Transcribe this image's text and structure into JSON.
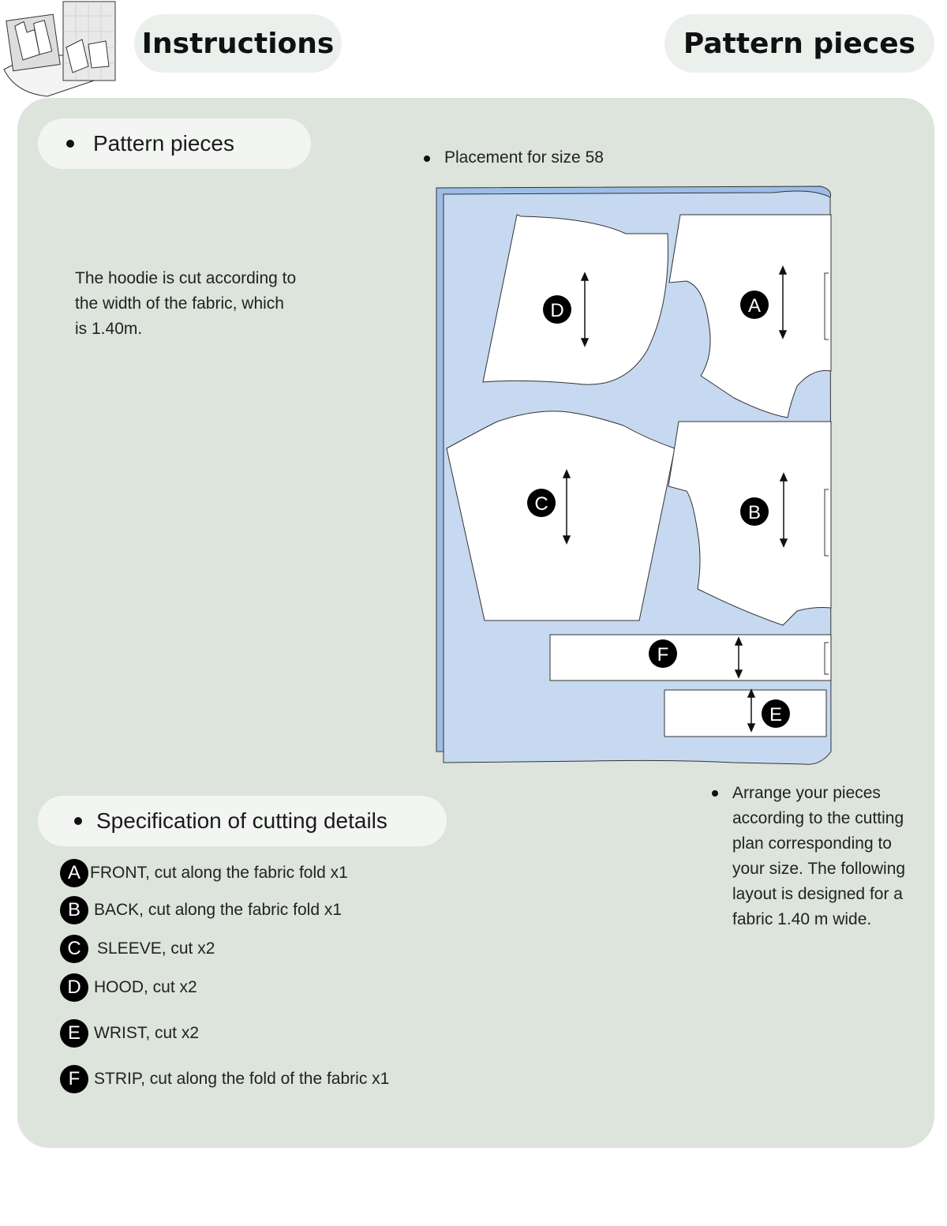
{
  "header": {
    "left_title": "Instructions",
    "right_title": "Pattern pieces"
  },
  "left": {
    "section_title": "Pattern pieces",
    "fabric_note": [
      "The hoodie is cut according to",
      "the width of the fabric, which",
      "is 1.40m."
    ]
  },
  "placement": {
    "title": "Placement for size 58",
    "pieces": {
      "A": "A",
      "B": "B",
      "C": "C",
      "D": "D",
      "E": "E",
      "F": "F"
    }
  },
  "arrange_note": [
    "Arrange your pieces",
    "according to the cutting",
    "plan corresponding to",
    "your size. The following",
    "layout is designed for a",
    "fabric 1.40 m wide."
  ],
  "spec": {
    "title": "Specification of cutting details",
    "items": [
      {
        "letter": "A",
        "text": "FRONT, cut along the fabric fold x1"
      },
      {
        "letter": "B",
        "text": "BACK, cut along the fabric fold x1"
      },
      {
        "letter": "C",
        "text": "SLEEVE, cut x2"
      },
      {
        "letter": "D",
        "text": "HOOD, cut x2"
      },
      {
        "letter": "E",
        "text": "WRIST, cut x2"
      },
      {
        "letter": "F",
        "text": "STRIP, cut along the fold of the fabric x1"
      }
    ]
  },
  "colors": {
    "panel": "#dce4dc",
    "pill": "#ecf0ec",
    "fabric": "#c6d9f0",
    "fabric_fold": "#9dbde6"
  }
}
